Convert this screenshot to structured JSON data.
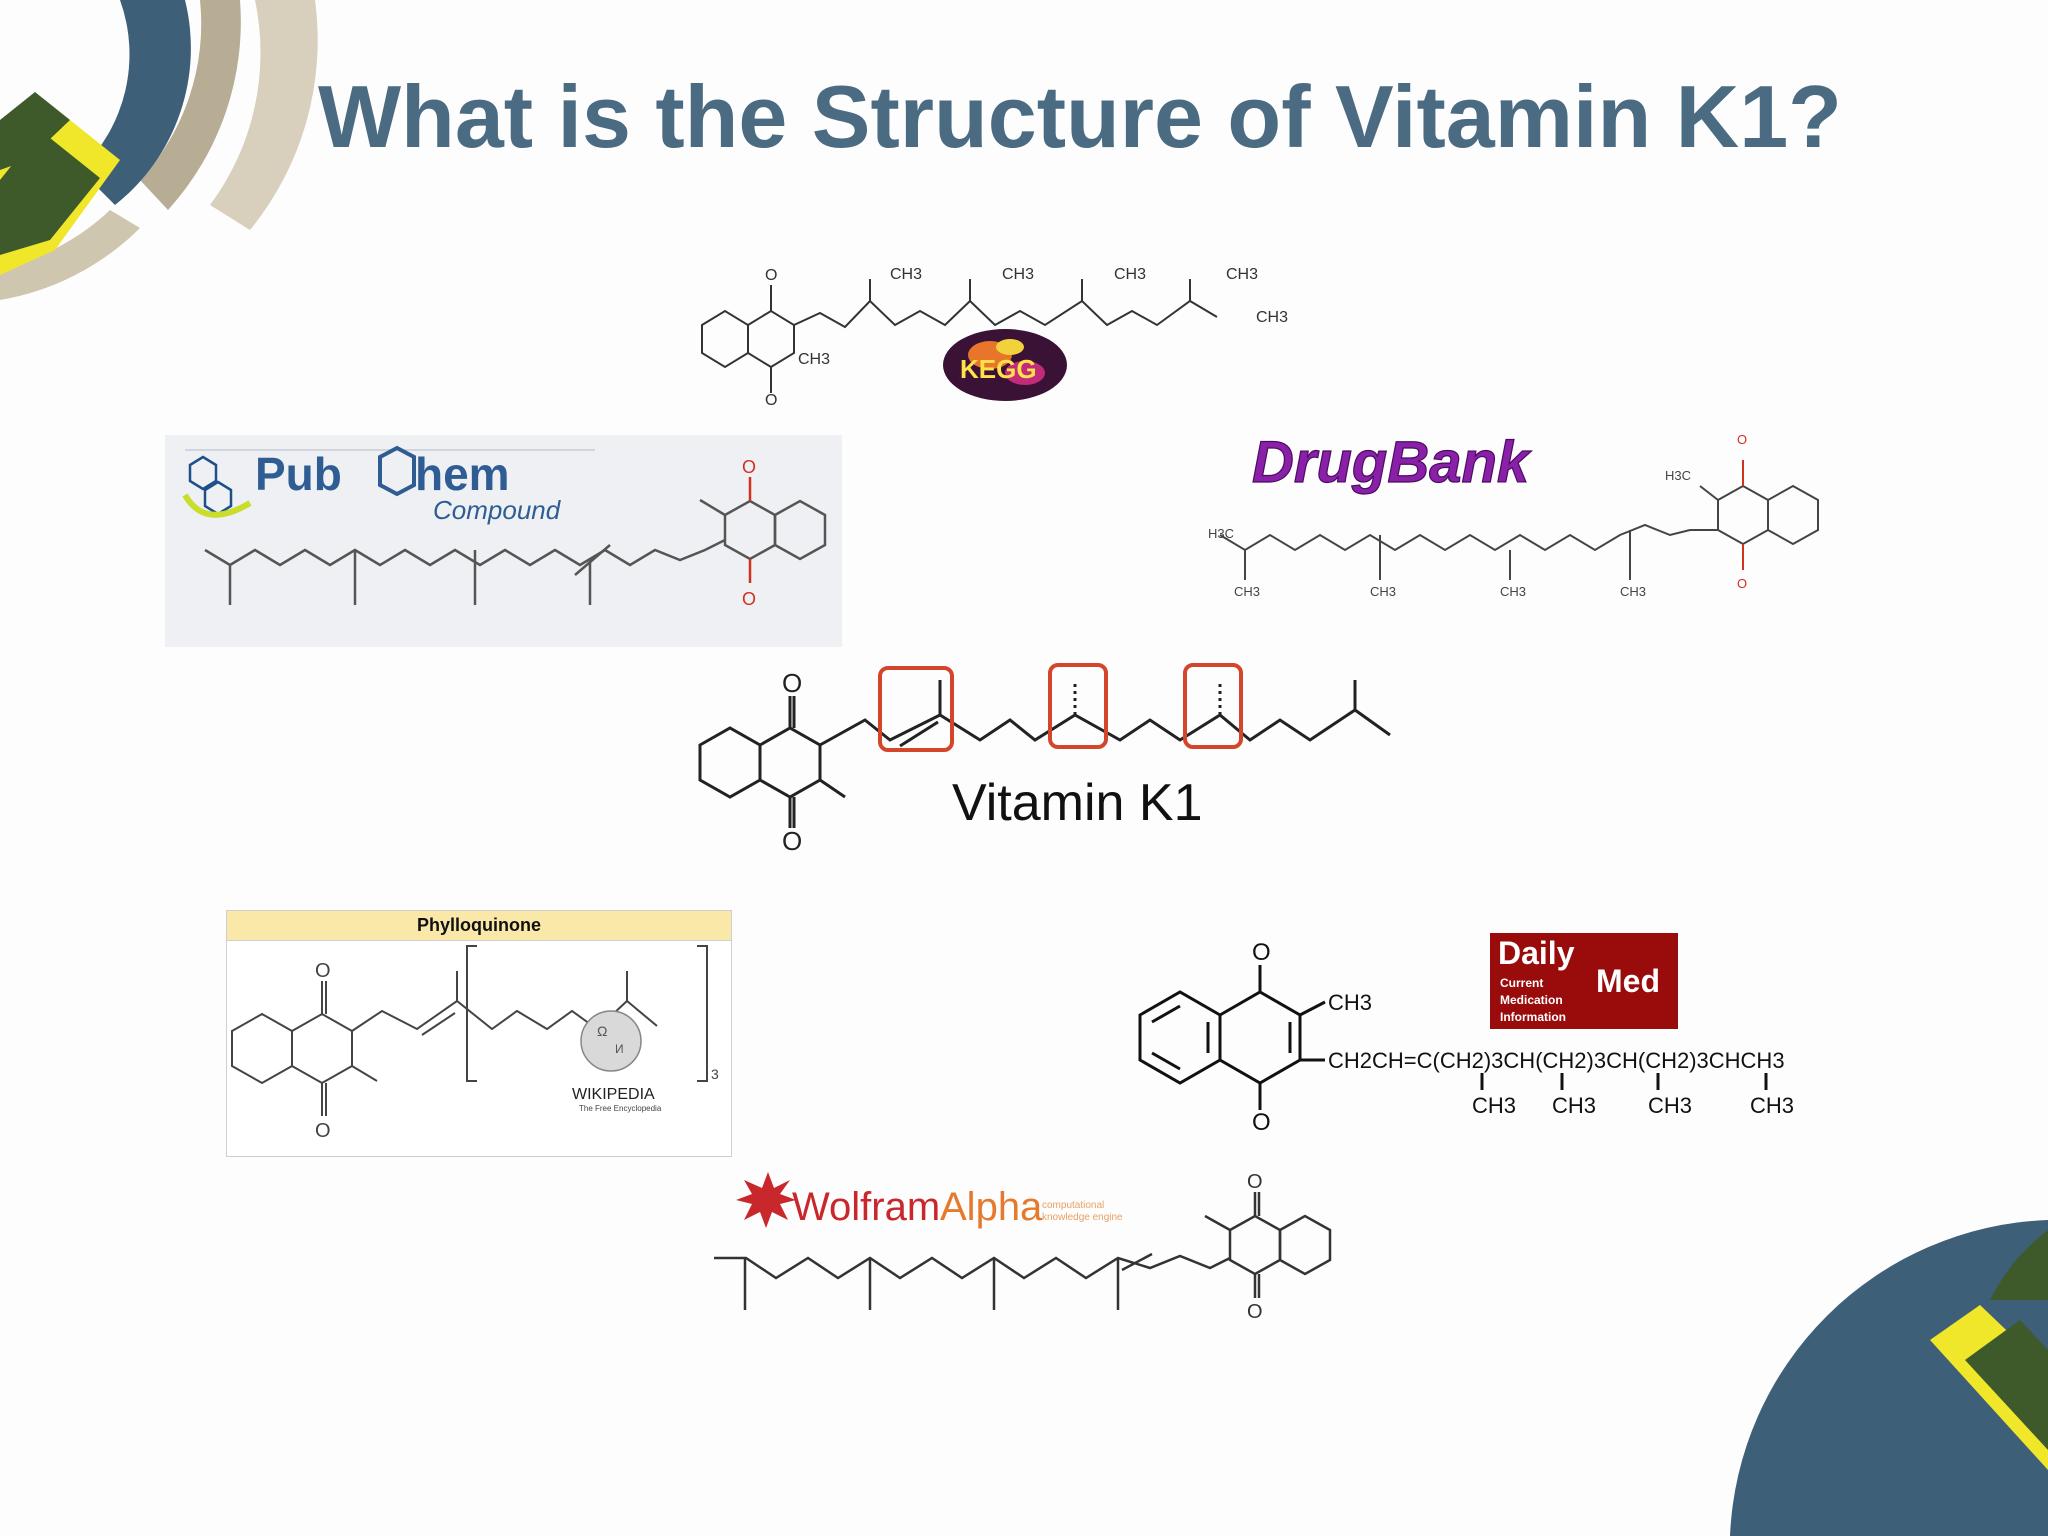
{
  "slide": {
    "title": "What is the Structure of Vitamin K1?"
  },
  "kegg": {
    "logo_text": "KEGG",
    "labels": [
      "CH3",
      "CH3",
      "CH3",
      "CH3",
      "CH3",
      "CH3"
    ]
  },
  "pubchem": {
    "logo_pub": "Pub",
    "logo_hem": "hem",
    "logo_compound": "Compound"
  },
  "drugbank": {
    "logo": "DrugBank",
    "labels": [
      "H3C",
      "H3C",
      "CH3",
      "CH3",
      "CH3",
      "CH3"
    ]
  },
  "center": {
    "caption": "Vitamin K1"
  },
  "wikipedia": {
    "header": "Phylloquinone",
    "subscript": "3",
    "logo_name": "WIKIPEDIA",
    "logo_tagline": "The Free Encyclopedia"
  },
  "dailymed": {
    "logo_daily": "Daily",
    "logo_med": "Med",
    "logo_line1": "Current",
    "logo_line2": "Medication",
    "logo_line3": "Information",
    "ch3_label": "CH3",
    "chain": "CH2CH=C(CH2)3CH(CH2)3CH(CH2)3CHCH3",
    "ch3_branches": [
      "CH3",
      "CH3",
      "CH3",
      "CH3"
    ]
  },
  "wolfram": {
    "logo_wolfram": "Wolfram",
    "logo_alpha": "Alpha",
    "logo_tagline1": "computational",
    "logo_tagline2": "knowledge engine"
  },
  "colors": {
    "title": "#4a6b82",
    "deco_blue": "#3e5f78",
    "deco_green": "#3f5a2a",
    "deco_yellow": "#f0e62a",
    "deco_tan": "#cfc6b0",
    "highlight_box": "#d4462b"
  }
}
